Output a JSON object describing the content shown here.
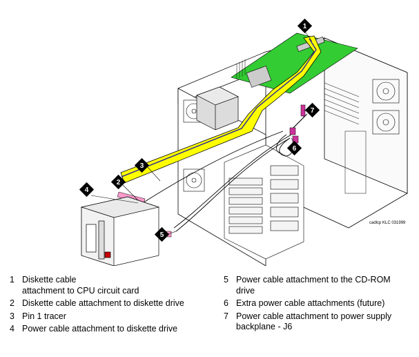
{
  "credit": "cadlcp KLC 031999",
  "colors": {
    "ribbon_cable": "#ffff00",
    "ribbon_stripe": "#2020a0",
    "circuit_card": "#33cc33",
    "connector_magenta": "#cc3399",
    "connector_pink": "#ff99cc",
    "callout_box": "#000000",
    "line": "#000000",
    "chassis_fill": "#ffffff"
  },
  "callouts": [
    {
      "number": "1",
      "text": "Diskette cable\nattachment to CPU circuit card"
    },
    {
      "number": "2",
      "text": "Diskette cable attachment to diskette drive"
    },
    {
      "number": "3",
      "text": "Pin 1 tracer"
    },
    {
      "number": "4",
      "text": "Power cable attachment to diskette drive"
    },
    {
      "number": "5",
      "text": "Power cable attachment to the CD-ROM\ndrive"
    },
    {
      "number": "6",
      "text": "Extra power cable attachments (future)"
    },
    {
      "number": "7",
      "text": "Power cable attachment to power supply\nbackplane - J6"
    }
  ]
}
